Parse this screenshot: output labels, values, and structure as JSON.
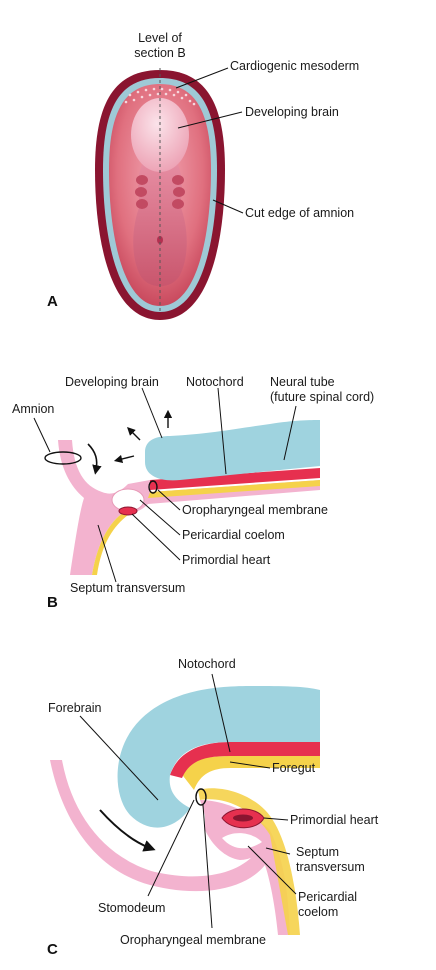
{
  "panels": {
    "a": {
      "letter": "A",
      "labels": {
        "level_line1": "Level of",
        "level_line2": "section B",
        "cardiogenic": "Cardiogenic mesoderm",
        "brain": "Developing brain",
        "amnion_edge": "Cut edge of amnion"
      }
    },
    "b": {
      "letter": "B",
      "labels": {
        "brain": "Developing brain",
        "notochord": "Notochord",
        "neural_tube_1": "Neural tube",
        "neural_tube_2": "(future spinal cord)",
        "amnion": "Amnion",
        "oropharyngeal": "Oropharyngeal membrane",
        "pericardial": "Pericardial coelom",
        "heart": "Primordial heart",
        "septum": "Septum transversum"
      }
    },
    "c": {
      "letter": "C",
      "labels": {
        "notochord": "Notochord",
        "forebrain": "Forebrain",
        "foregut": "Foregut",
        "heart": "Primordial heart",
        "septum_1": "Septum",
        "septum_2": "transversum",
        "pericardial_1": "Pericardial",
        "pericardial_2": "coelom",
        "stomodeum": "Stomodeum",
        "oropharyngeal": "Oropharyngeal membrane"
      }
    }
  },
  "colors": {
    "neural": "#9fd3df",
    "pink": "#f3b3cf",
    "red": "#e6304f",
    "yellow": "#f5d24a",
    "embryo_outer": "#8a1530",
    "embryo_inner": "#d9566e",
    "amnion_ring": "#9ec9d6"
  }
}
